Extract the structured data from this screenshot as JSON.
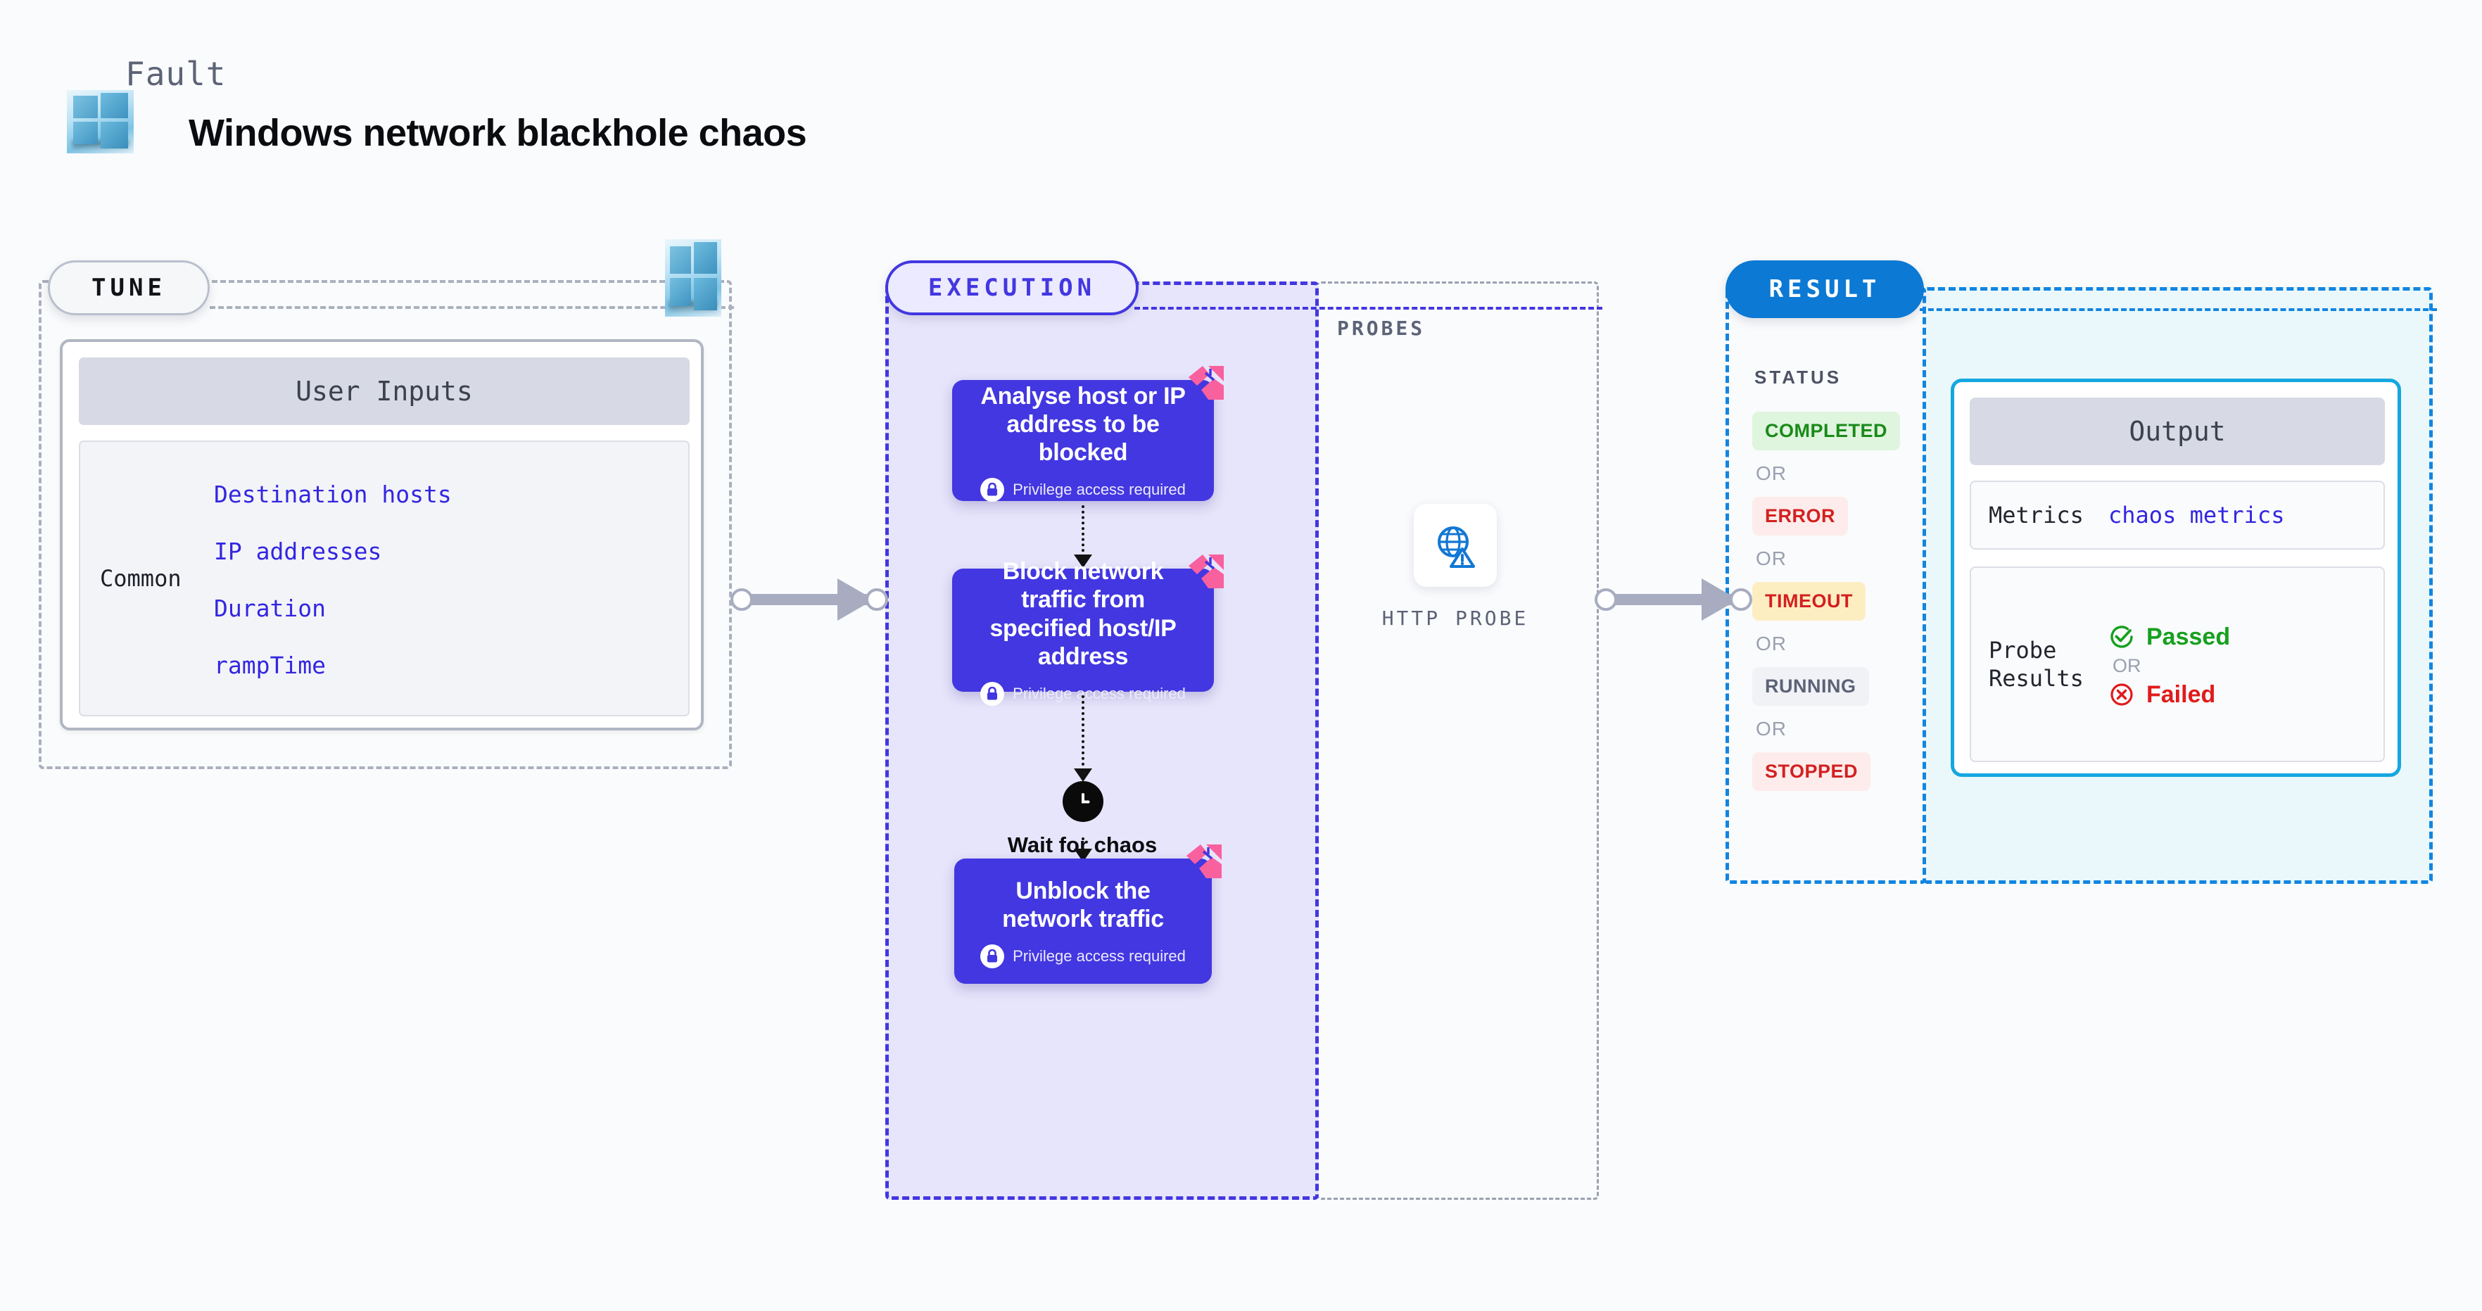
{
  "header": {
    "kicker": "Fault",
    "title": "Windows network blackhole chaos",
    "logo_icon": "windows-logo-icon"
  },
  "tune": {
    "pill_label": "TUNE",
    "badge_icon": "windows-logo-icon",
    "user_inputs": {
      "header": "User Inputs",
      "group_label": "Common",
      "params": [
        "Destination hosts",
        "IP addresses",
        "Duration",
        "rampTime"
      ]
    }
  },
  "execution": {
    "pill_label": "EXECUTION",
    "steps": [
      {
        "title": "Analyse host or IP address to be blocked",
        "privilege": "Privilege access required",
        "lock_icon": "lock-icon",
        "ribbon_icon": "chaos-ribbon-icon"
      },
      {
        "title": "Block network traffic from specified host/IP address",
        "privilege": "Privilege access required",
        "lock_icon": "lock-icon",
        "ribbon_icon": "chaos-ribbon-icon"
      },
      {
        "title": "Unblock the network traffic",
        "privilege": "Privilege access required",
        "lock_icon": "lock-icon",
        "ribbon_icon": "chaos-ribbon-icon"
      }
    ],
    "wait": {
      "label": "Wait for chaos duration",
      "icon": "clock-icon"
    }
  },
  "probes": {
    "title": "PROBES",
    "items": [
      {
        "label": "HTTP PROBE",
        "icon": "globe-warning-icon"
      }
    ]
  },
  "result": {
    "pill_label": "RESULT",
    "status_title": "STATUS",
    "or_label": "OR",
    "statuses": [
      {
        "label": "COMPLETED",
        "bg": "#dff5de",
        "fg": "#1a8a19"
      },
      {
        "label": "ERROR",
        "bg": "#fdeceb",
        "fg": "#d32020"
      },
      {
        "label": "TIMEOUT",
        "bg": "#fdeec2",
        "fg": "#d32020"
      },
      {
        "label": "RUNNING",
        "bg": "#f1f2f6",
        "fg": "#5c6377"
      },
      {
        "label": "STOPPED",
        "bg": "#fdeceb",
        "fg": "#d32020"
      }
    ],
    "output": {
      "header": "Output",
      "metrics_key": "Metrics",
      "metrics_value": "chaos metrics",
      "probe_key": "Probe Results",
      "passed_label": "Passed",
      "failed_label": "Failed",
      "or_label": "OR",
      "passed_icon": "check-circle-icon",
      "failed_icon": "x-circle-icon"
    }
  },
  "connectors": {
    "tune_to_execution_icon": "arrow-right-icon",
    "execution_to_result_icon": "arrow-right-icon"
  },
  "colors": {
    "purple": "#4237e0",
    "blue": "#0c79d4",
    "cyan": "#15a7e0",
    "pink": "#f9609e",
    "gray_border": "#aab0bd"
  }
}
